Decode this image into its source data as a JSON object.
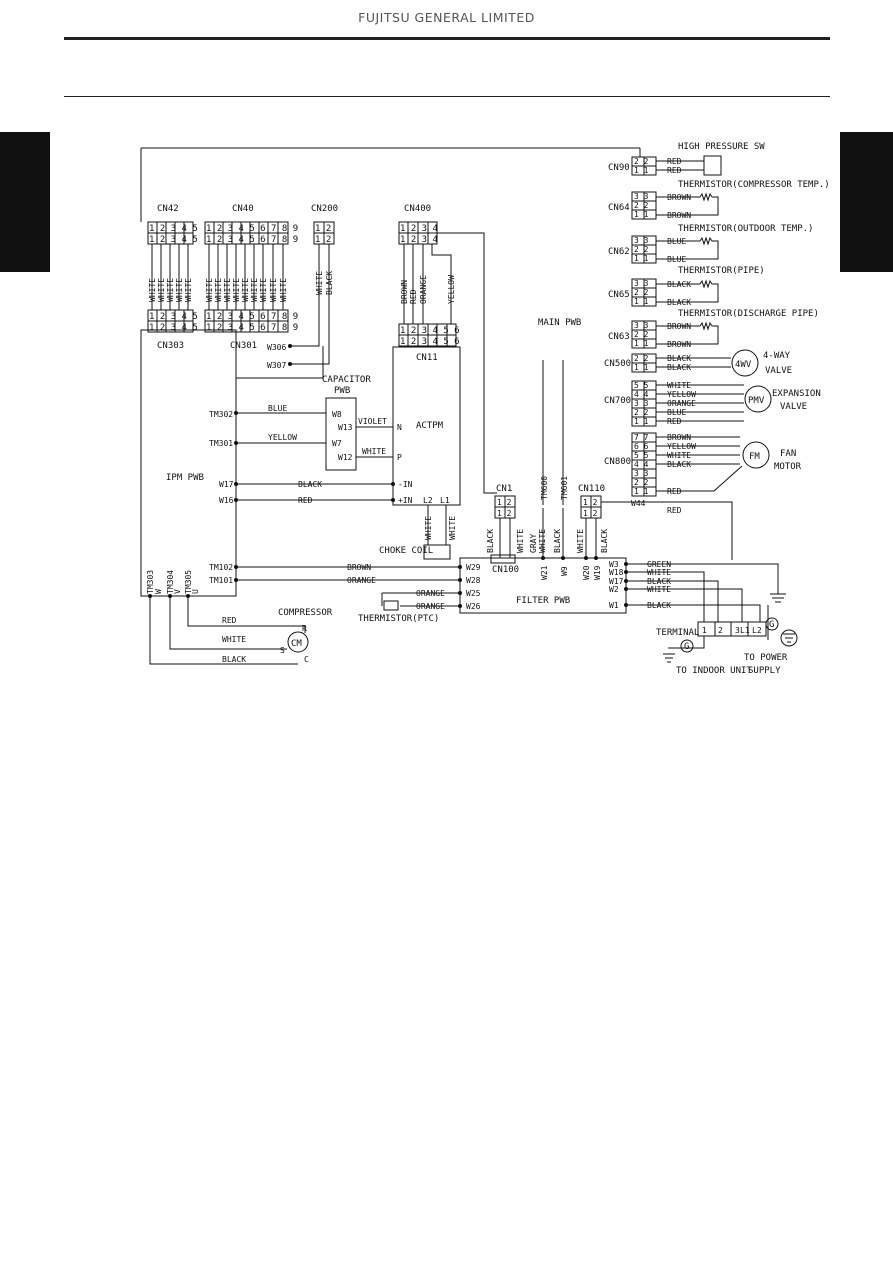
{
  "header": {
    "title": "FUJITSU GENERAL LIMITED"
  },
  "diagram": {
    "connectors": {
      "cn42": "CN42",
      "cn40": "CN40",
      "cn200": "CN200",
      "cn400": "CN400",
      "cn303": "CN303",
      "cn301": "CN301",
      "cn11": "CN11",
      "cn90": "CN90",
      "cn64": "CN64",
      "cn62": "CN62",
      "cn65": "CN65",
      "cn63": "CN63",
      "cn500": "CN500",
      "cn700": "CN700",
      "cn800": "CN800",
      "cn1": "CN1",
      "cn110": "CN110",
      "cn100": "CN100"
    },
    "boards": {
      "main": "MAIN PWB",
      "ipm": "IPM PWB",
      "actpm": "ACTPM",
      "capacitor": "CAPACITOR",
      "capacitor2": "PWB",
      "filter": "FILTER PWB"
    },
    "components": {
      "hp_switch": "HIGH PRESSURE SW",
      "th_comp": "THERMISTOR(COMPRESSOR TEMP.)",
      "th_outdoor": "THERMISTOR(OUTDOOR TEMP.)",
      "th_pipe": "THERMISTOR(PIPE)",
      "th_discharge": "THERMISTOR(DISCHARGE PIPE)",
      "fourway": "4-WAY",
      "fourway2": "VALVE",
      "fourway_sym": "4WV",
      "expansion": "EXPANSION",
      "expansion2": "VALVE",
      "pmv": "PMV",
      "fan": "FAN",
      "fan2": "MOTOR",
      "fm": "FM",
      "compressor": "COMPRESSOR",
      "cm": "CM",
      "choke": "CHOKE COIL",
      "th_ptc": "THERMISTOR(PTC)",
      "terminal": "TERMINAL",
      "g1": "G",
      "g2": "G",
      "to_indoor": "TO INDOOR UNIT",
      "to_power": "TO POWER",
      "to_power2": "SUPPLY"
    },
    "terminals": {
      "w306": "W306",
      "w307": "W307",
      "tm302": "TM302",
      "tm301": "TM301",
      "w17": "W17",
      "w16": "W16",
      "tm102": "TM102",
      "tm101": "TM101",
      "w8": "W8",
      "w7": "W7",
      "w13": "W13",
      "w12": "W12",
      "n": "N",
      "p": "P",
      "minus_in": "-IN",
      "plus_in": "+IN",
      "l2": "L2",
      "l1": "L1",
      "tm600": "TM600",
      "tm601": "TM601",
      "w44": "W44",
      "w29": "W29",
      "w28": "W28",
      "w25": "W25",
      "w26": "W26",
      "w21": "W21",
      "w9": "W9",
      "w20": "W20",
      "w19": "W19",
      "w3": "W3",
      "w18": "W18",
      "w17f": "W17",
      "w2": "W2",
      "w1": "W1",
      "tm303": "TM303",
      "tm304": "TM304",
      "tm305": "TM305",
      "tw": "W",
      "tv": "V",
      "tu": "U",
      "r": "R",
      "s": "S",
      "c": "C",
      "t1": "1",
      "t2": "2",
      "t3": "3",
      "tl1": "L1",
      "tl2": "L2"
    },
    "wires": {
      "red": "RED",
      "brown": "BROWN",
      "blue": "BLUE",
      "black": "BLACK",
      "white": "WHITE",
      "yellow": "YELLOW",
      "orange": "ORANGE",
      "violet": "VIOLET",
      "green": "GREEN",
      "gray": "GRAY"
    }
  }
}
